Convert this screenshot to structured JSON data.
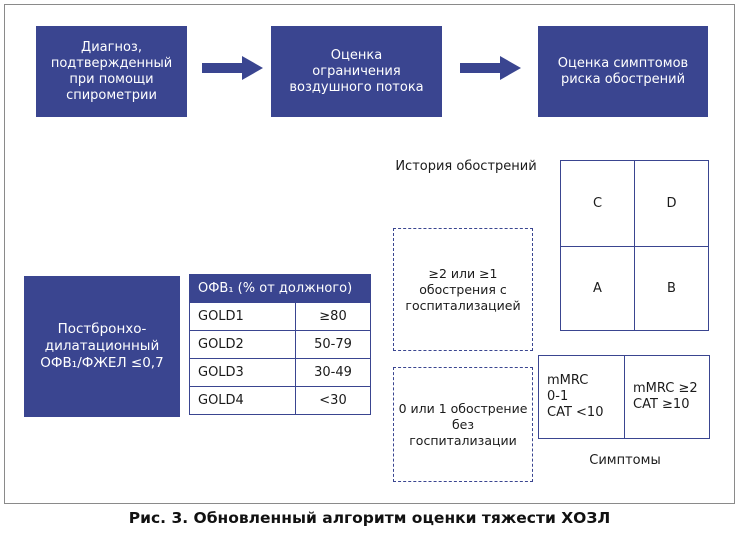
{
  "flow": {
    "step1": "Диагноз, подтвержденный при помощи спирометрии",
    "step2": "Оценка ограничения воздушного потока",
    "step3": "Оценка симптомов риска обострений"
  },
  "spirometry_box": {
    "line1": "Постбронхо-",
    "line2": "дилатационный",
    "line3": "ОФВ₁/ФЖЕЛ ≤0,7"
  },
  "gold_table": {
    "header": "ОФВ₁ (% от должного)",
    "rows": [
      {
        "grade": "GOLD1",
        "value": "≥80"
      },
      {
        "grade": "GOLD2",
        "value": "50-79"
      },
      {
        "grade": "GOLD3",
        "value": "30-49"
      },
      {
        "grade": "GOLD4",
        "value": "<30"
      }
    ]
  },
  "exacerbation_history_label": "История обострений",
  "risk_high": "≥2 или ≥1 обострения с госпитализацией",
  "risk_low": "0 или 1 обострение без госпитализации",
  "quadrants": {
    "c": "C",
    "d": "D",
    "a": "A",
    "b": "B"
  },
  "symptoms": {
    "low_line1": "mMRC",
    "low_line2": "0-1",
    "low_line3": "CAT <10",
    "high_line1": "mMRC  ≥2",
    "high_line2": "CAT ≥10",
    "label": "Симптомы"
  },
  "caption": "Рис. 3. Обновленный алгоритм оценки тяжести ХОЗЛ",
  "colors": {
    "navy": "#3a4590",
    "border": "#8a8a8a"
  }
}
